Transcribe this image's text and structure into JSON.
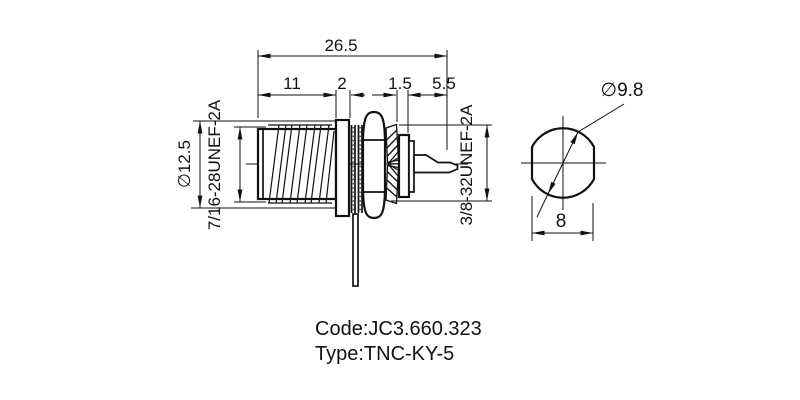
{
  "side_view": {
    "dim_overall_length": "26.5",
    "dim_front_length": "11",
    "dim_flange_width": "2",
    "dim_washer_gap": "1.5",
    "dim_rear_length": "5.5",
    "dim_front_diameter": "∅12.5",
    "front_thread_label": "7/16-28UNEF-2A",
    "rear_thread_label": "3/8-32UNEF-2A"
  },
  "end_view": {
    "dim_diameter": "∅9.8",
    "dim_flat_width": "8"
  },
  "title_block": {
    "code_line": "Code:JC3.660.323",
    "type_line": "Type:TNC-KY-5"
  },
  "colors": {
    "line": "#111111",
    "background": "#ffffff"
  }
}
